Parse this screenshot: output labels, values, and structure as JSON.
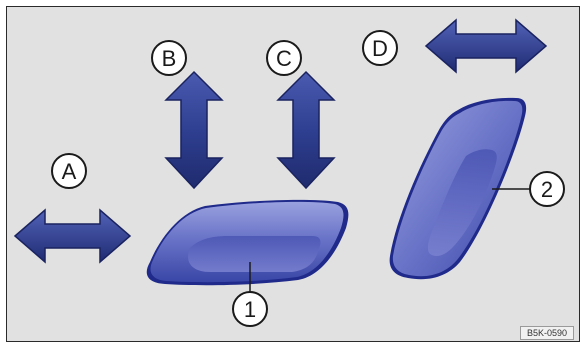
{
  "labels": {
    "A": "A",
    "B": "B",
    "C": "C",
    "D": "D",
    "one": "1",
    "two": "2"
  },
  "image_code": "B5K-0590",
  "colors": {
    "background": "#e1e1e1",
    "arrow_fill": "#2d3f8e",
    "cushion_light": "#7a84d2",
    "cushion_dark": "#1f2a8a"
  }
}
